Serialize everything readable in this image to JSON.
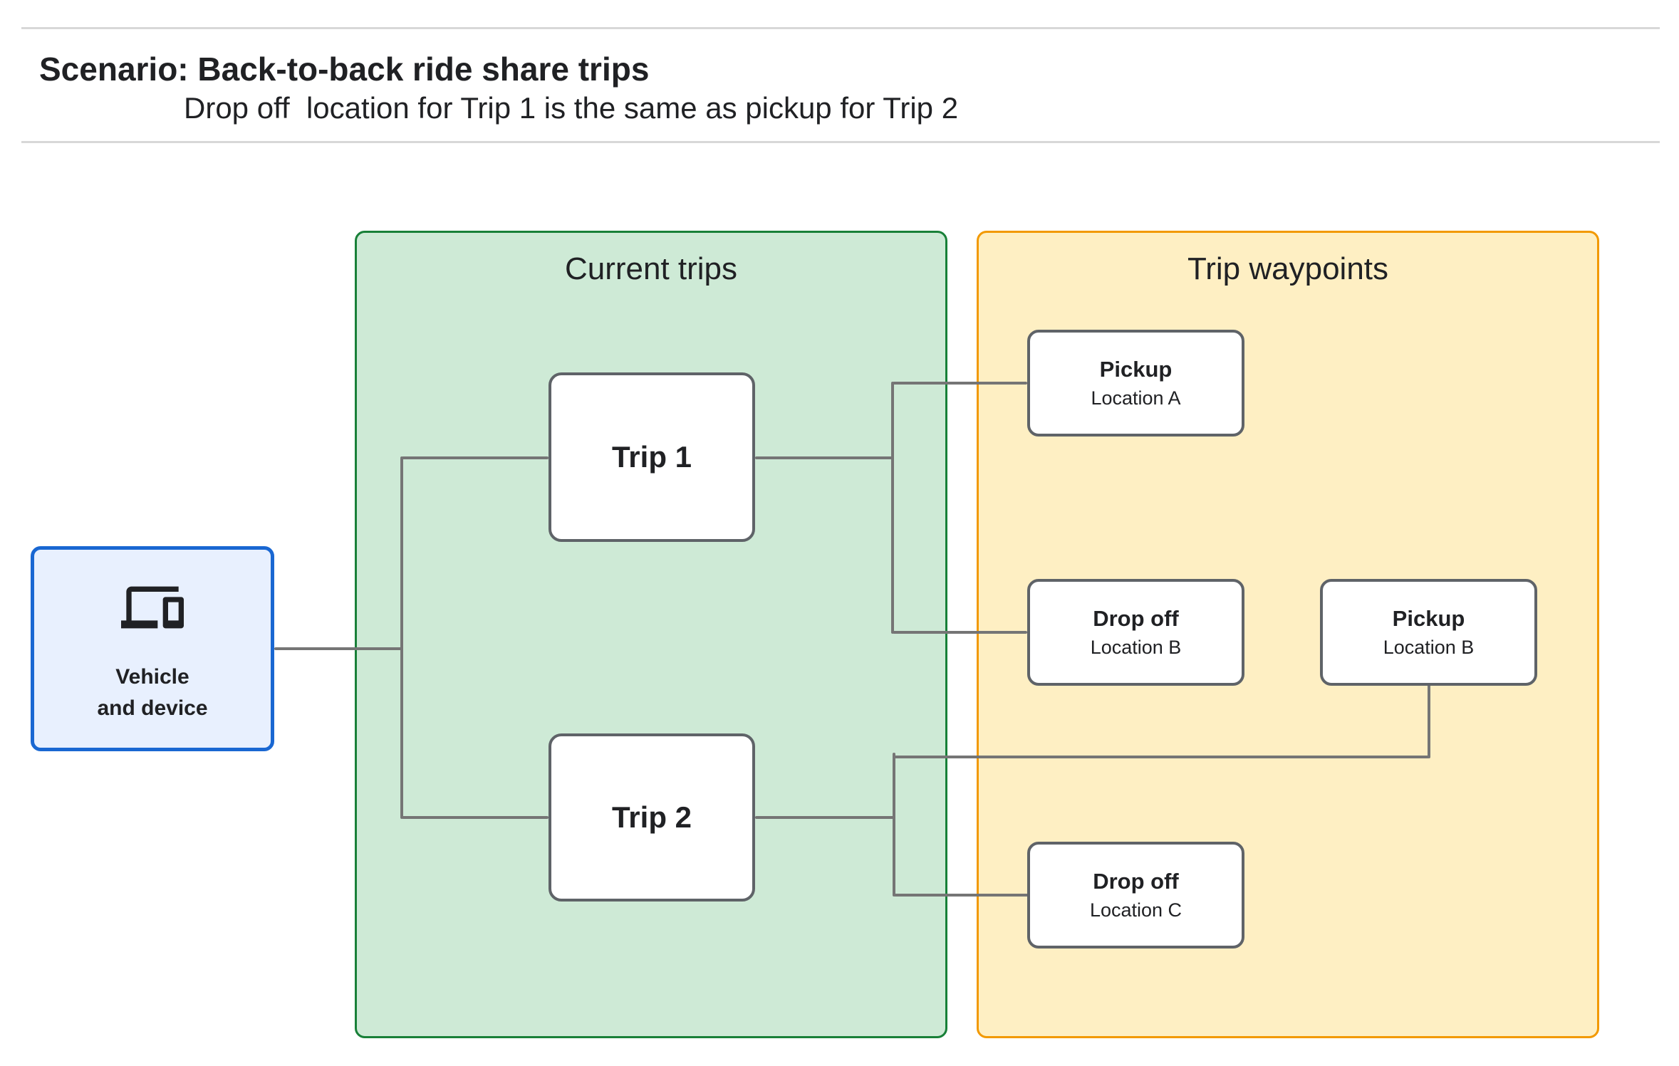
{
  "header": {
    "title": "Scenario: Back-to-back ride share trips",
    "subtitle": "Drop off  location for Trip 1 is the same as pickup for Trip 2"
  },
  "vehicle": {
    "icon": "devices-icon",
    "label_line1": "Vehicle",
    "label_line2": "and device"
  },
  "panels": {
    "current_trips": {
      "title": "Current trips",
      "trips": [
        {
          "label": "Trip 1"
        },
        {
          "label": "Trip 2"
        }
      ]
    },
    "trip_waypoints": {
      "title": "Trip waypoints",
      "waypoints": [
        {
          "type": "Pickup",
          "location": "Location A"
        },
        {
          "type": "Drop off",
          "location": "Location B"
        },
        {
          "type": "Pickup",
          "location": "Location B"
        },
        {
          "type": "Drop off",
          "location": "Location C"
        }
      ]
    }
  },
  "colors": {
    "vehicle_fill": "#e8f0fe",
    "vehicle_border": "#1967d2",
    "current_trips_fill": "#ceead6",
    "current_trips_border": "#188038",
    "trip_waypoints_fill": "#feefc3",
    "trip_waypoints_border": "#f29900",
    "node_border": "#5f6368",
    "connector": "#757575",
    "divider": "#d8d8d8",
    "text": "#202124"
  }
}
